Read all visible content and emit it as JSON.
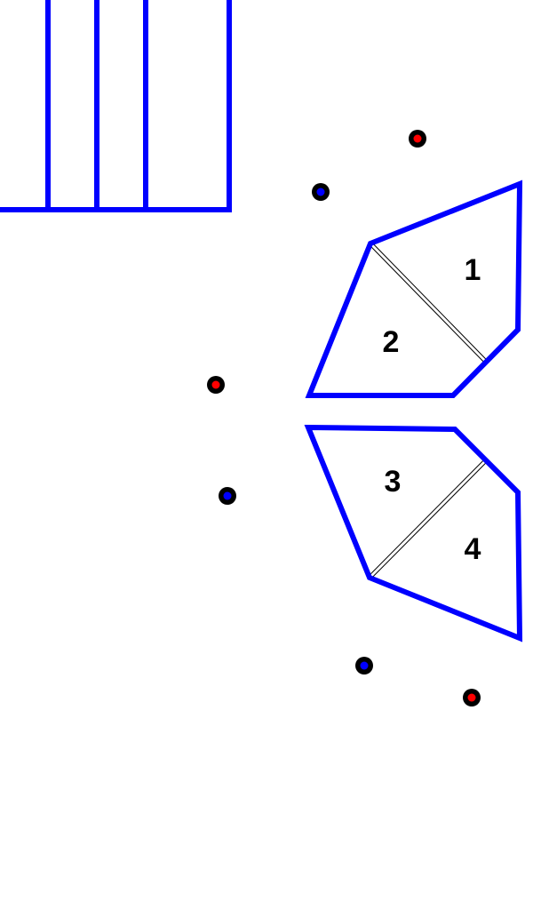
{
  "colors": {
    "outline": "#0000ff",
    "label": "#000000",
    "divider": "#000000",
    "marker_red": "#ff0000",
    "marker_blue": "#0000ff",
    "background": "#ffffff"
  },
  "regions": [
    {
      "label": "1"
    },
    {
      "label": "2"
    },
    {
      "label": "3"
    },
    {
      "label": "4"
    }
  ],
  "markers": [
    {
      "color": "red"
    },
    {
      "color": "blue"
    },
    {
      "color": "red"
    },
    {
      "color": "blue"
    },
    {
      "color": "blue"
    },
    {
      "color": "red"
    }
  ],
  "icons": {
    "marker": "dot-marker-icon",
    "shelf": "bookshelf-outline-icon"
  }
}
